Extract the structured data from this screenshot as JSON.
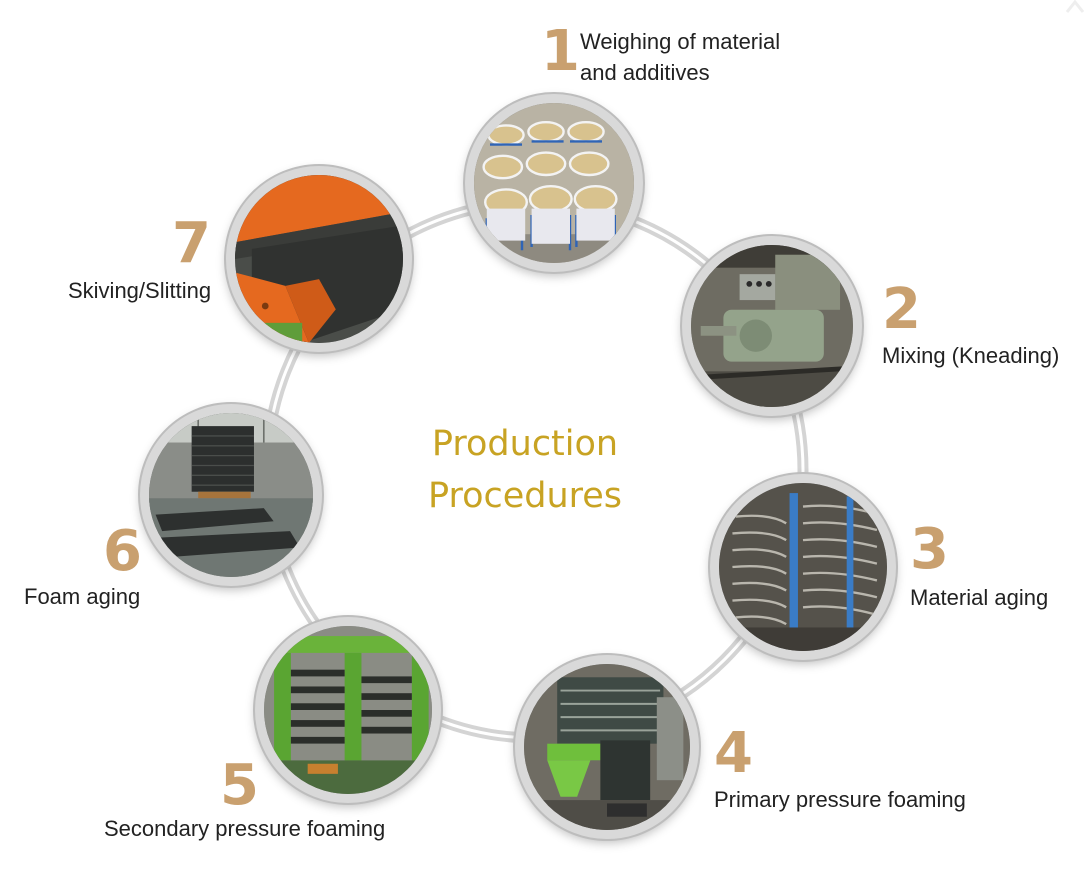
{
  "title": {
    "line1": "Production",
    "line2": "Procedures"
  },
  "steps": [
    {
      "number": "1",
      "label_line1": "Weighing of material",
      "label_line2": "and additives",
      "photo": "bags-of-raw-material"
    },
    {
      "number": "2",
      "label_line1": "Mixing (Kneading)",
      "photo": "kneader-machine"
    },
    {
      "number": "3",
      "label_line1": "Material aging",
      "photo": "stacked-rubber-sheets"
    },
    {
      "number": "4",
      "label_line1": "Primary pressure foaming",
      "photo": "green-hydraulic-press"
    },
    {
      "number": "5",
      "label_line1": "Secondary pressure foaming",
      "photo": "multi-platen-press"
    },
    {
      "number": "6",
      "label_line1": "Foam aging",
      "photo": "foam-sheets-warehouse"
    },
    {
      "number": "7",
      "label_line1": "Skiving/Slitting",
      "photo": "orange-slitting-machine"
    }
  ],
  "colors": {
    "step_number": "#c9a06f",
    "title": "#c8a323",
    "label": "#222222",
    "ring": "#cfcfcf"
  }
}
